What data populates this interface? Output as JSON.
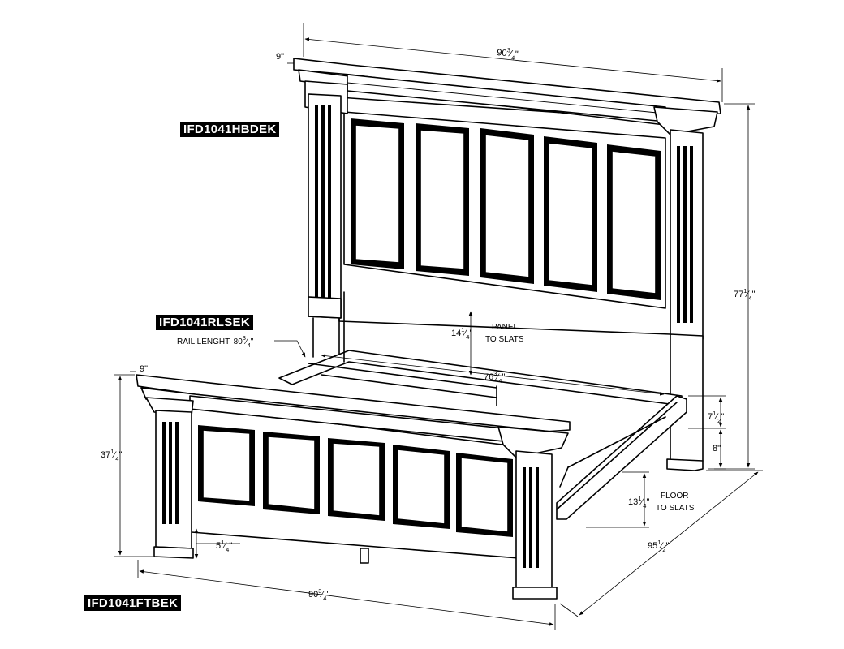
{
  "labels": {
    "headboard_code": "IFD1041HBDEK",
    "rails_code": "IFD1041RLSEK",
    "footboard_code": "IFD1041FTBEK",
    "rail_length_label": "RAIL LENGHT: 80"
  },
  "dimensions": {
    "headboard_width": {
      "whole": "90",
      "num": "3",
      "den": "4"
    },
    "headboard_depth": {
      "whole": "9\"",
      "num": "",
      "den": ""
    },
    "headboard_height": {
      "whole": "77",
      "num": "1",
      "den": "4"
    },
    "panel_to_slats": {
      "whole": "14",
      "num": "1",
      "den": "4"
    },
    "inner_width": {
      "whole": "76",
      "num": "3",
      "den": "4"
    },
    "rail_length": {
      "whole": "80",
      "num": "3",
      "den": "4"
    },
    "rail_height": {
      "whole": "7",
      "num": "1",
      "den": "2"
    },
    "leg_height": {
      "whole": "8\"",
      "num": "",
      "den": ""
    },
    "floor_to_slats": {
      "whole": "13",
      "num": "1",
      "den": "4"
    },
    "overall_length": {
      "whole": "95",
      "num": "1",
      "den": "2"
    },
    "footboard_width": {
      "whole": "90",
      "num": "3",
      "den": "4"
    },
    "footboard_depth": {
      "whole": "9\"",
      "num": "",
      "den": ""
    },
    "footboard_height": {
      "whole": "37",
      "num": "1",
      "den": "4"
    },
    "foot_leg": {
      "whole": "5",
      "num": "1",
      "den": "4"
    }
  },
  "notes": {
    "panel_line1": "PANEL",
    "panel_line2": "TO SLATS",
    "floor_line1": "FLOOR",
    "floor_line2": "TO SLATS"
  }
}
